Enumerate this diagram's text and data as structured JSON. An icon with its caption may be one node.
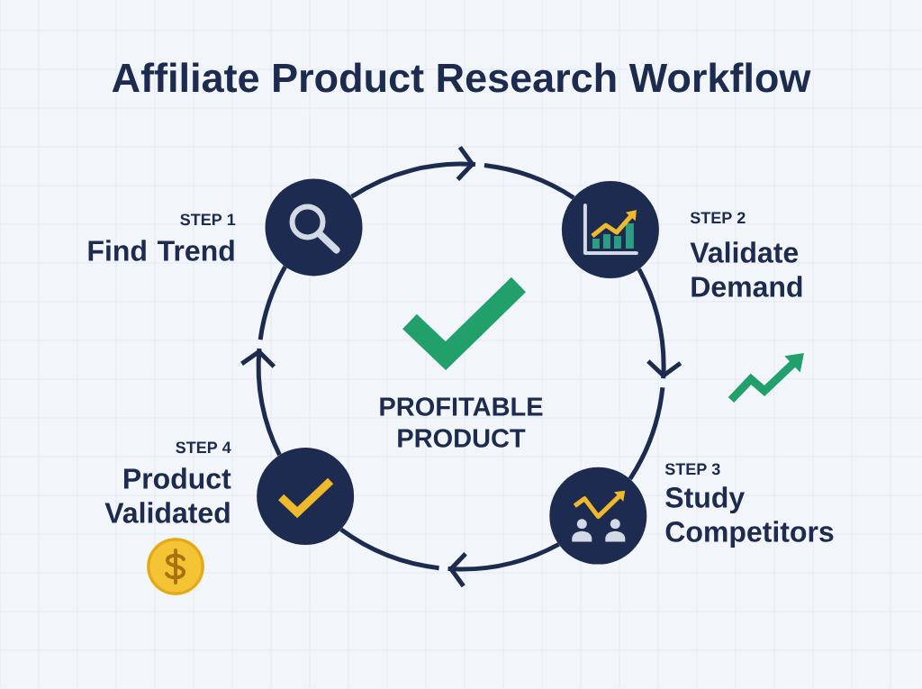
{
  "diagram": {
    "title": "Affiliate Product Research Workflow",
    "nodes": [
      {
        "text": [
          "STEP 1",
          "Find Trend"
        ]
      },
      {
        "text": [
          "STEP 2",
          "Validate Demand"
        ]
      },
      {
        "text": [
          "STEP 3",
          "Study Competitors"
        ]
      },
      {
        "text": [
          "STEP 4",
          "Product Validated"
        ]
      }
    ],
    "edges": [
      {
        "from": 0,
        "to": 1,
        "arrow": "to"
      },
      {
        "from": 1,
        "to": 2,
        "arrow": "to"
      },
      {
        "from": 2,
        "to": 3,
        "arrow": "to"
      },
      {
        "from": 3,
        "to": 0,
        "arrow": "to"
      }
    ],
    "labels": [
      "PROFITABLE PRODUCT"
    ]
  }
}
